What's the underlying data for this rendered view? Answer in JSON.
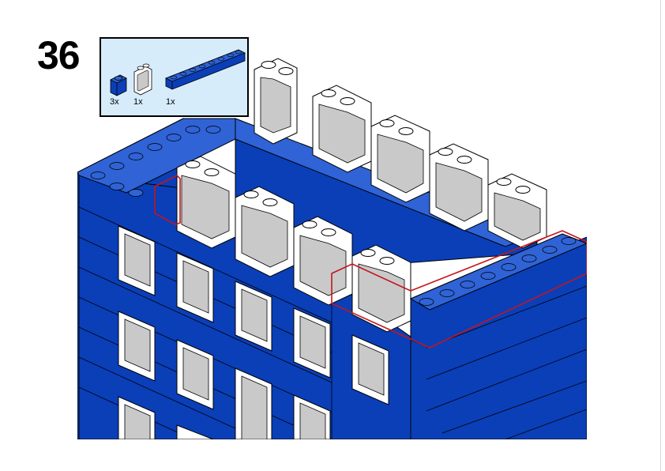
{
  "instruction": {
    "step_number": "36"
  },
  "parts_list": {
    "items": [
      {
        "part": "blue-1x1-brick-icon",
        "quantity": "3x"
      },
      {
        "part": "white-window-frame-icon",
        "quantity": "1x"
      },
      {
        "part": "blue-1x8-brick-icon",
        "quantity": "1x"
      }
    ]
  },
  "colors": {
    "brick_blue": "#0a3fb8",
    "brick_blue_dark": "#06308f",
    "brick_blue_light": "#2f63d6",
    "window_white": "#ffffff",
    "glass_gray": "#c9c9c9",
    "highlight_red": "#c4161c",
    "parts_box_bg": "#d7ecfb"
  }
}
